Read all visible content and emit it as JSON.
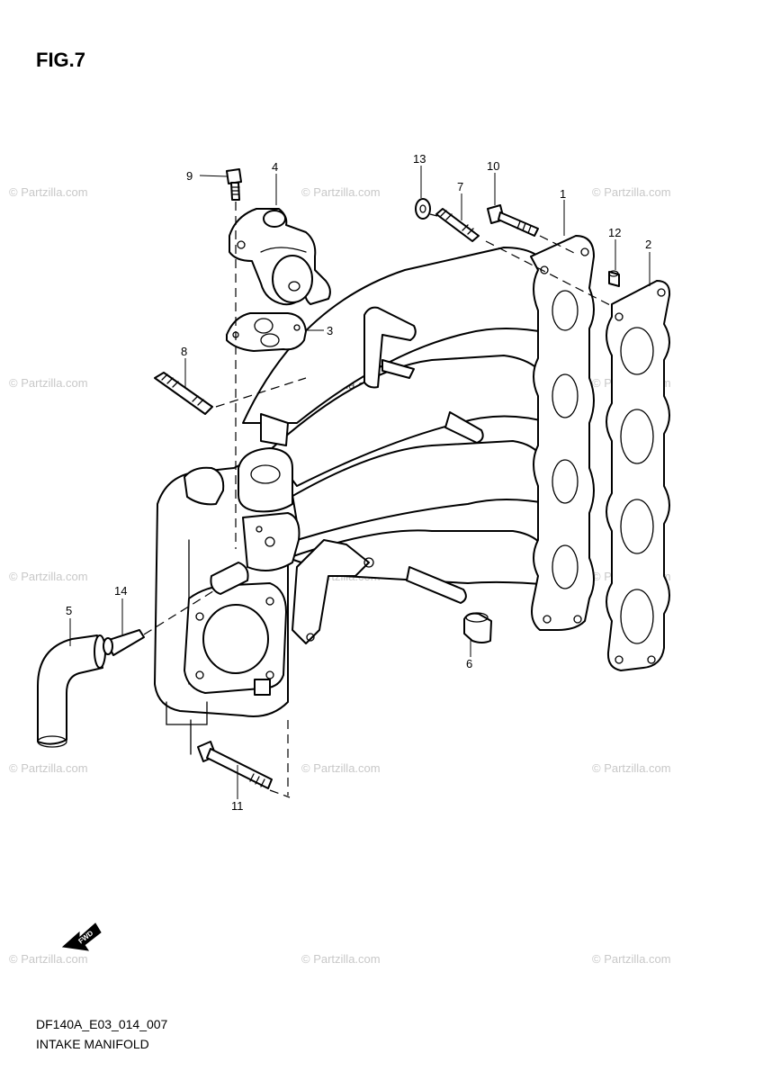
{
  "figure": {
    "title": "FIG.7",
    "code": "DF140A_E03_014_007",
    "name": "INTAKE MANIFOLD",
    "direction_label": "FWD"
  },
  "watermark": "© Partzilla.com",
  "callouts": [
    "1",
    "2",
    "3",
    "4",
    "5",
    "6",
    "7",
    "8",
    "9",
    "10",
    "11",
    "12",
    "13",
    "14"
  ]
}
